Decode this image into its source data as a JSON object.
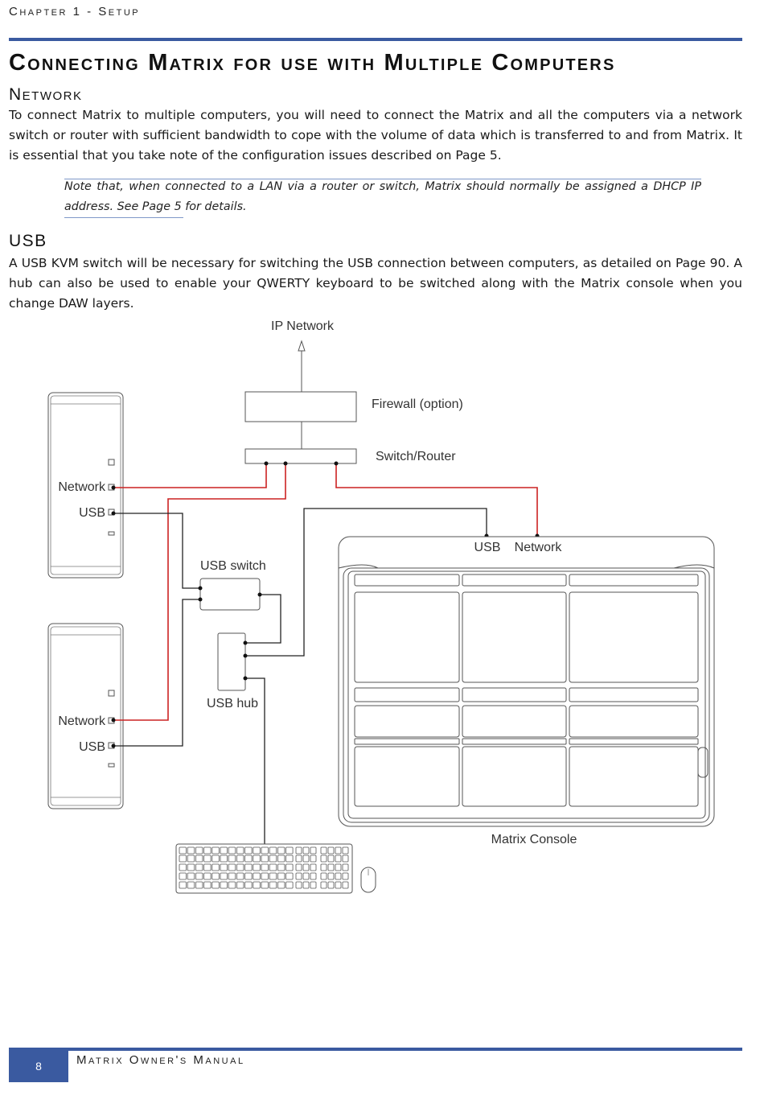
{
  "header": {
    "running_head": "Chapter 1 - Setup",
    "title": "Connecting Matrix for use with Multiple Computers"
  },
  "network": {
    "heading": "Network",
    "body": "To connect Matrix to multiple computers, you will need to connect the Matrix and all the computers via a network switch or router with sufficient bandwidth to cope with the volume of data which is transferred to and from Matrix. It is essential that you take note of the configuration issues described on Page 5.",
    "note": "Note that, when connected to a LAN via a router or switch, Matrix should normally be assigned a DHCP IP address. See Page 5 for details."
  },
  "usb": {
    "heading": "USB",
    "body": "A USB KVM switch will be necessary for switching the USB connection between computers, as detailed on Page 90. A hub can also be used to enable your QWERTY keyboard to be switched along with the Matrix console when you change DAW layers."
  },
  "diagram": {
    "ip_network": "IP Network",
    "firewall": "Firewall (option)",
    "switch_router": "Switch/Router",
    "computer1_network": "Network",
    "computer1_usb": "USB",
    "computer2_network": "Network",
    "computer2_usb": "USB",
    "usb_switch": "USB switch",
    "usb_hub": "USB hub",
    "console_usb": "USB",
    "console_network": "Network",
    "matrix_console": "Matrix Console",
    "network_cable_color": "#cc2222",
    "usb_cable_color": "#222222"
  },
  "footer": {
    "page_number": "8",
    "title": "Matrix Owner's Manual"
  }
}
